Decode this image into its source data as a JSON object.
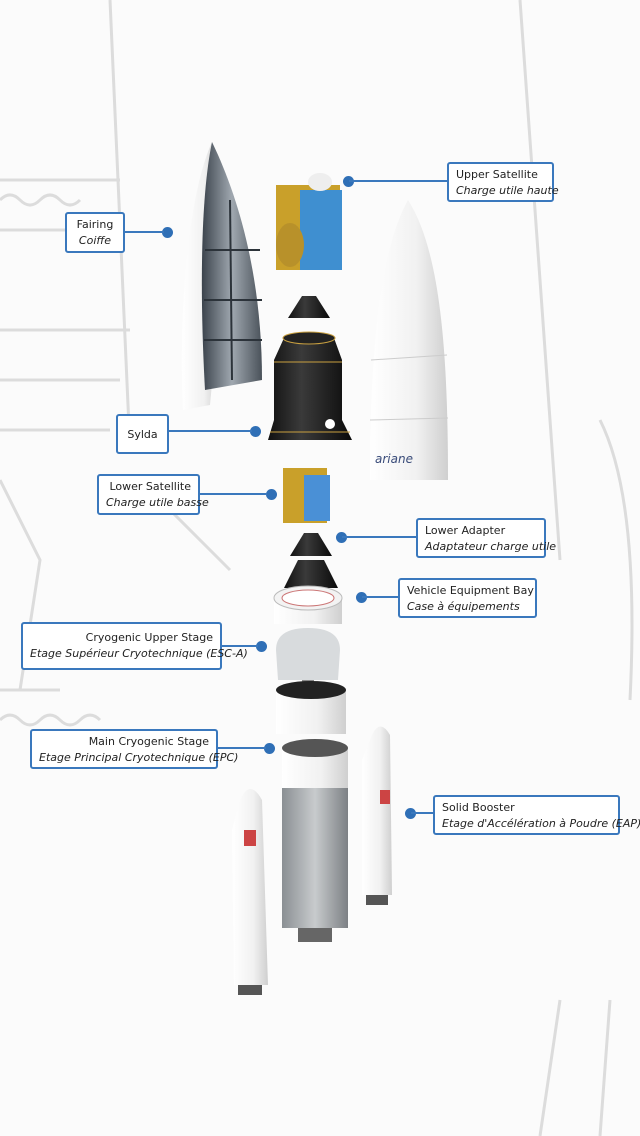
{
  "colors": {
    "accent": "#3a78bd",
    "background": "#fbfbfb"
  },
  "labels": {
    "upper_satellite": {
      "en": "Upper Satellite",
      "fr": "Charge utile haute"
    },
    "fairing": {
      "en": "Fairing",
      "fr": "Coiffe"
    },
    "sylda": {
      "en": "Sylda"
    },
    "lower_satellite": {
      "en": "Lower Satellite",
      "fr": "Charge utile basse"
    },
    "lower_adapter": {
      "en": "Lower Adapter",
      "fr": "Adaptateur charge utile"
    },
    "vehicle_equipment_bay": {
      "en": "Vehicle Equipment Bay",
      "fr": "Case à équipements"
    },
    "cryogenic_upper_stage": {
      "en": "Cryogenic Upper Stage",
      "fr": "Etage Supérieur Cryotechnique (ESC-A)"
    },
    "main_cryogenic_stage": {
      "en": "Main Cryogenic Stage",
      "fr": "Etage Principal Cryotechnique (EPC)"
    },
    "solid_booster": {
      "en": "Solid Booster",
      "fr": "Etage d'Accélération à Poudre (EAP)"
    }
  },
  "fairing_logo": "ariane"
}
